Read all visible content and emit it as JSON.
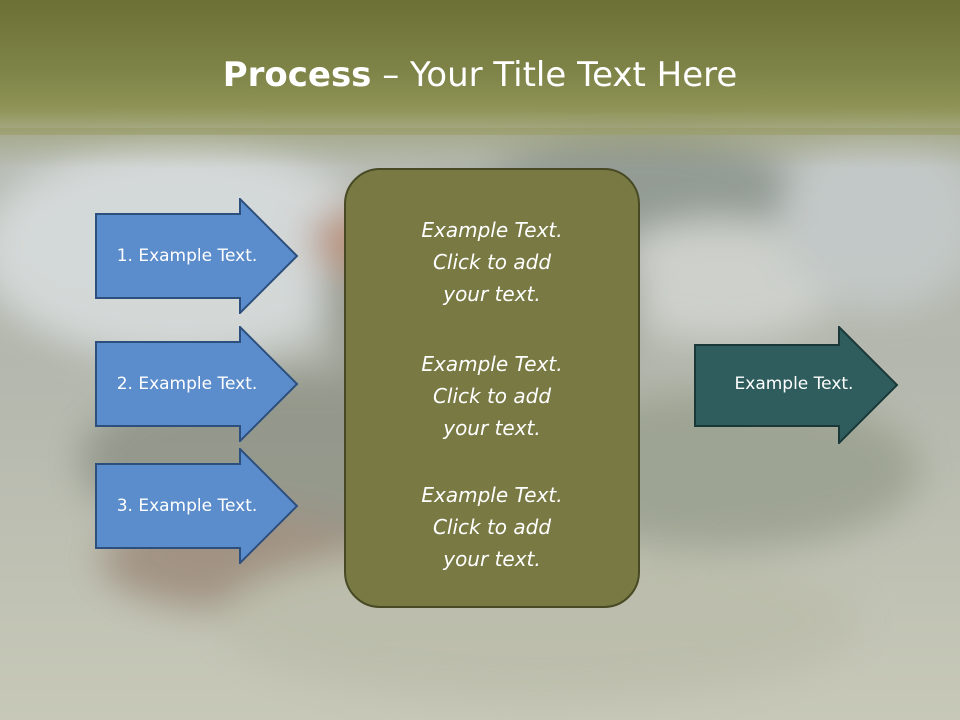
{
  "slide": {
    "title_bold": "Process",
    "title_rest": " – Your Title Text Here"
  },
  "left_arrows": [
    {
      "label": "1. Example Text."
    },
    {
      "label": "2. Example Text."
    },
    {
      "label": "3. Example Text."
    }
  ],
  "center_box": {
    "blocks": [
      {
        "lines": [
          "Example Text.",
          "Click  to add",
          "your text."
        ]
      },
      {
        "lines": [
          "Example Text.",
          "Click  to add",
          "your text."
        ]
      },
      {
        "lines": [
          "Example Text.",
          "Click  to add",
          "your text."
        ]
      }
    ]
  },
  "right_arrow": {
    "label": "Example Text."
  },
  "colors": {
    "left_arrow_fill": "#5b8ccb",
    "left_arrow_stroke": "#2d4f7e",
    "center_box_fill": "#787943",
    "center_box_stroke": "#474a24",
    "right_arrow_fill": "#2f5d5d",
    "right_arrow_stroke": "#1a3838",
    "title_band": "#767a3e"
  }
}
